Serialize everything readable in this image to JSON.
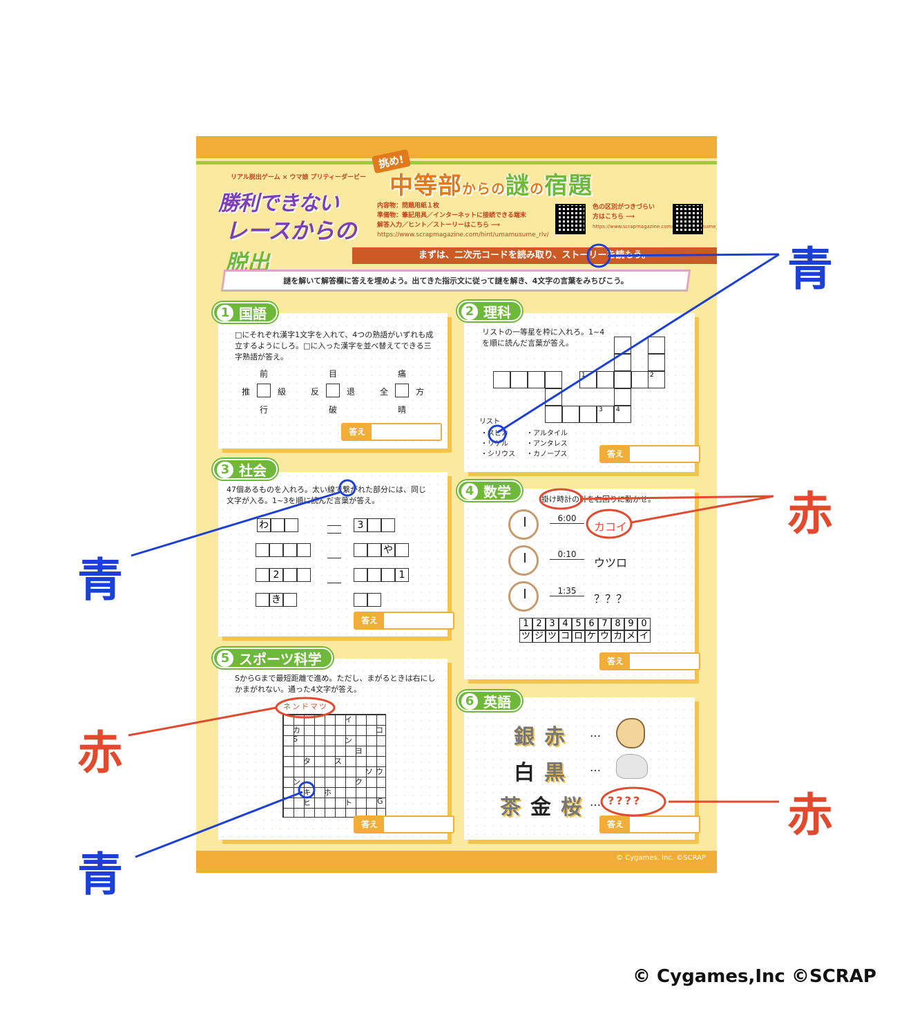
{
  "header": {
    "pre_title": "リアル脱出ゲーム × ウマ娘 プリティーダービー",
    "logo_line1": "勝利できない",
    "logo_line2": "レースからの",
    "logo_line3": "脱出",
    "badge": "挑め!",
    "title_a": "中等部",
    "title_b": "からの",
    "title_c": "謎",
    "title_d": "の",
    "title_e": "宿題",
    "info_1": "内容物：問題用紙１枚",
    "info_2": "準備物：筆記用具／インターネットに接続できる端末",
    "info_3": "解答入力／ヒント／ストーリーはこちら ⟶",
    "info_url": "https://www.scrapmagazine.com/hint/umamusume_rlv/",
    "color_note_1": "色の区別がつきづらい",
    "color_note_2": "方はこちら ⟶",
    "color_note_url": "https://www.scrapmagazine.com/hint/umamusume_rlv/"
  },
  "subbar": "まずは、二次元コードを読み取り、ストーリーを読もう。",
  "instruction": "謎を解いて解答欄に答えを埋めよう。出てきた指示文に従って謎を解き、4文字の言葉をみちびこう。",
  "answer_label": "答え",
  "p1": {
    "num": "1",
    "title": "国語",
    "text": "□にそれぞれ漢字1文字を入れて、4つの熟語がいずれも成立するようにしろ。□に入った漢字を並べ替えてできる三字熟語が答え。",
    "g1": [
      "前",
      "推",
      "級",
      "行"
    ],
    "g2": [
      "目",
      "反",
      "退",
      "破"
    ],
    "g3": [
      "痛",
      "全",
      "方",
      "晴"
    ]
  },
  "p2": {
    "num": "2",
    "title": "理科",
    "text": "リストの一等星を枠に入れろ。1~4を順に読んだ言葉が答え。",
    "list_title": "リスト",
    "list": [
      "・スピカ",
      "・アルタイル",
      "・リゲル",
      "・アンタレス",
      "・シリウス",
      "・カノープス"
    ],
    "nums": [
      "1",
      "2",
      "3",
      "4"
    ]
  },
  "p3": {
    "num": "3",
    "title": "社会",
    "text": "47個あるものを入れろ。太い線で繋がれた部分には、同じ文字が入る。1~3を順に読んだ言葉が答え。",
    "cells": [
      "わ",
      "3",
      "や",
      "2",
      "1",
      "き"
    ]
  },
  "p4": {
    "num": "4",
    "title": "数学",
    "text": "掛け時計の針を右回りに動かせ。",
    "rows": [
      {
        "time": "6:00",
        "answer": "カコイ"
      },
      {
        "time": "0:10",
        "answer": "ウツロ"
      },
      {
        "time": "1:35",
        "answer": "？？？"
      }
    ],
    "code_top": [
      "1",
      "2",
      "3",
      "4",
      "5",
      "6",
      "7",
      "8",
      "9",
      "0"
    ],
    "code_bottom": [
      "ツ",
      "ジ",
      "ツ",
      "コ",
      "ロ",
      "ケ",
      "ウ",
      "カ",
      "メ",
      "イ"
    ]
  },
  "p5": {
    "num": "5",
    "title": "スポーツ科学",
    "text": "SからGまで最短距離で進め。ただし、まがるときは右にしかまがれない。通った4文字が答え。",
    "top_red": "ネンドマツ",
    "grid_chars": [
      "イ",
      "コ",
      "カ",
      "S",
      "ン",
      "ヨ",
      "タ",
      "ス",
      "ソ",
      "ウ",
      "ク",
      "ン",
      "キ",
      "ホ",
      "ヒ",
      "ト",
      "G"
    ]
  },
  "p6": {
    "num": "6",
    "title": "英語",
    "row1": [
      "銀",
      "赤"
    ],
    "row2": [
      "白",
      "黒"
    ],
    "row3": [
      "茶",
      "金",
      "桜"
    ],
    "dots": "…",
    "question": "????"
  },
  "footer_copy": "© Cygames, Inc. ©SCRAP",
  "annotations": {
    "blue": "青",
    "red": "赤"
  },
  "credit": "© Cygames,Inc ©SCRAP",
  "colors": {
    "blue": "#1c3fd8",
    "red": "#e24a2e",
    "orange": "#f0ad38",
    "green": "#6fb93a",
    "sheet_bg": "#fbe9a0"
  }
}
